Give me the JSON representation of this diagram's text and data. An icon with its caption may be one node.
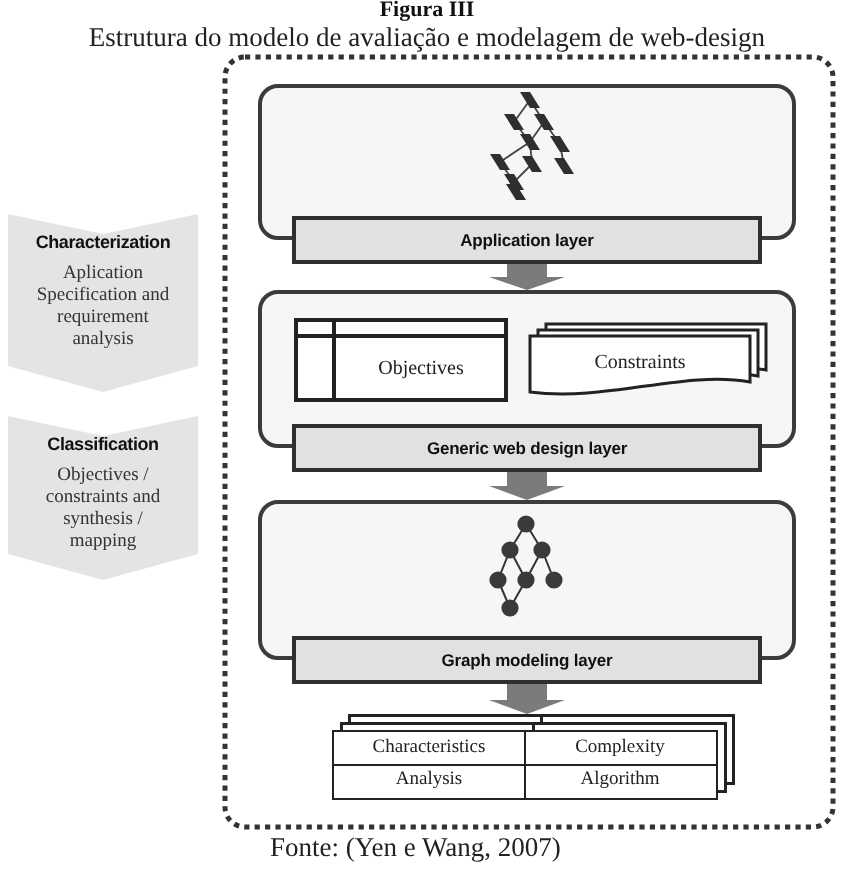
{
  "diagram": {
    "title": "Estrutura do modelo de avaliação e modelagem de web-design",
    "caption": "Fonte: (Yen e Wang, 2007)",
    "nodes": [
      {
        "text": [
          "Characterization",
          "Aplication Specification and requirement analysis"
        ]
      },
      {
        "text": [
          "Classification",
          "Objectives / constraints and synthesis / mapping"
        ]
      },
      {
        "text": [],
        "shape": "box"
      },
      {
        "text": [
          "Application layer"
        ],
        "in": 2
      },
      {
        "text": [
          "Generic web design layer"
        ],
        "in": 2
      },
      {
        "text": [
          "Objectives"
        ],
        "in": 4
      },
      {
        "text": [
          "Constraints"
        ],
        "in": 4
      },
      {
        "text": [
          "Graph modeling layer"
        ],
        "in": 2
      },
      {
        "text": [
          "Characteristics",
          "Complexity",
          "Analysis",
          "Algorithm"
        ],
        "in": 2
      }
    ],
    "edges": [
      {
        "from": 3,
        "to": 4,
        "arrow": "to"
      },
      {
        "from": 4,
        "to": 7,
        "arrow": "to"
      },
      {
        "from": 7,
        "to": 8,
        "arrow": "to"
      }
    ],
    "labels": [
      "Figura III"
    ]
  }
}
